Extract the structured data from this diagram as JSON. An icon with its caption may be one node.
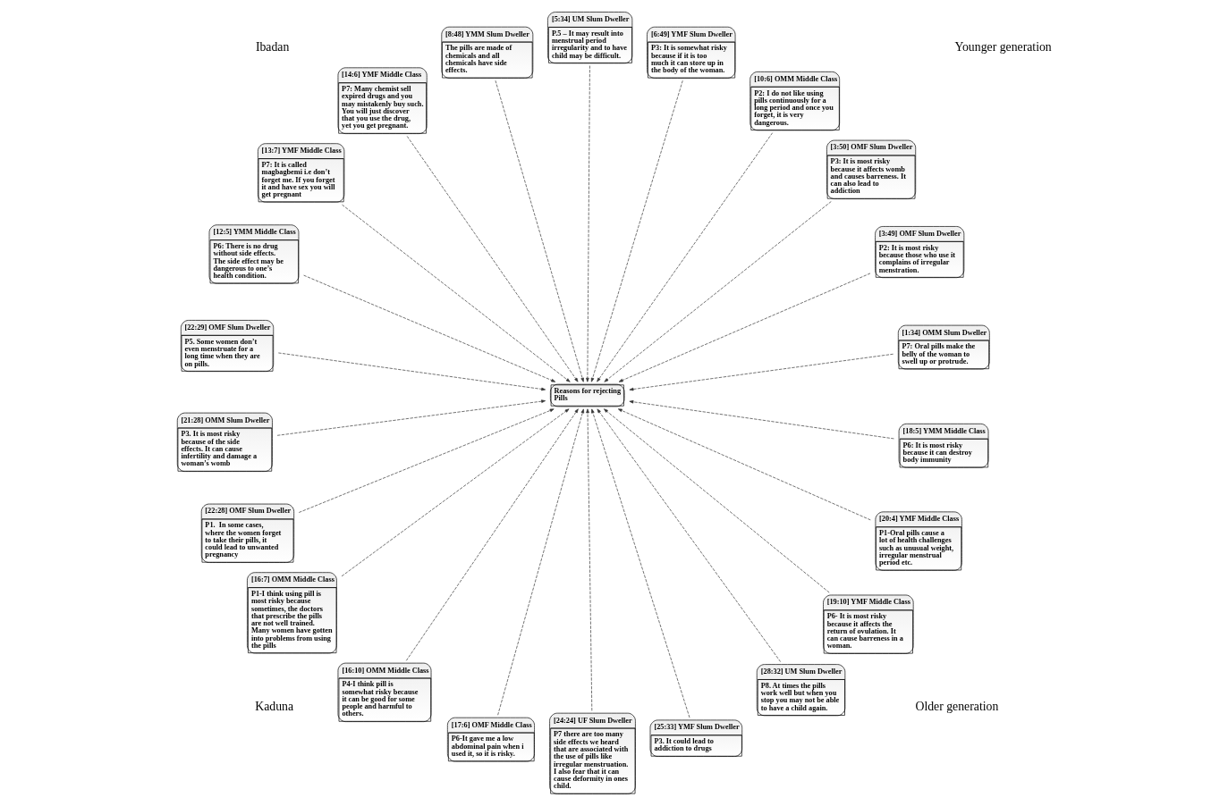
{
  "diagram": {
    "nodes": [
      {
        "text": [
          "[1:34] OMM Slum Dweller",
          "P7: Oral pills make the belly of the woman to swell up or protrude."
        ]
      },
      {
        "text": [
          "[3:49] OMF Slum Dweller",
          "P2: It is most risky because those who use it complains of irregular menstration."
        ]
      },
      {
        "text": [
          "[3:50] OMF Slum Dweller",
          "P3: It is most risky because it affects womb and causes barreness. It can also lead to addiction"
        ]
      },
      {
        "text": [
          "[10:6] OMM Middle Class",
          "P2: I do not like using pills continuously for a long period and once you forget, it is very dangerous."
        ]
      },
      {
        "text": [
          "[6:49] YMF Slum Dweller",
          "P3: It is somewhat risky because if it is too much it can store up in the body of the woman."
        ]
      },
      {
        "text": [
          "[5:34] UM Slum Dweller",
          "P.5 – It may result into menstrual period irregularity and to have child may be difficult."
        ]
      },
      {
        "text": [
          "[8:48] YMM Slum Dweller",
          "The pills are made of chemicals and all chemicals have side effects."
        ]
      },
      {
        "text": [
          "[14:6] YMF Middle Class",
          "P7: Many chemist sell expired drugs and you may mistakenly buy such. You will just discover that you use the drug, yet you get pregnant."
        ]
      },
      {
        "text": [
          "[13:7] YMF Middle Class",
          "P7: It is called magbagbemi i.e don’t forget me. If you forget it and have sex you will get pregnant"
        ]
      },
      {
        "text": [
          "[12:5] YMM Middle Class",
          "P6: There is no drug without side effects. The side effect may be dangerous to one’s health condition."
        ]
      },
      {
        "text": [
          "Reasons for rejecting Pills"
        ]
      },
      {
        "text": [
          "[22:29] OMF Slum Dweller",
          "P5. Some women don’t even menstruate for a long time when they are on pills."
        ]
      },
      {
        "text": [
          "[21:28] OMM Slum Dweller",
          "P3. It is most risky because of the side effects. It can cause infertility and damage a woman’s womb"
        ]
      },
      {
        "text": [
          "[22:28] OMF Slum Dweller",
          "P1.  In some cases, where the women forget to take their pills, it could lead to unwanted pregnancy"
        ]
      },
      {
        "text": [
          "[16:7] OMM Middle Class",
          "P1-I think using pill is most risky because sometimes, the doctors that prescribe the pills are not well trained. Many women have gotten into problems from using the pills"
        ]
      },
      {
        "text": [
          "[16:10] OMM Middle Class",
          "P4-I think pill is somewhat risky because it can be good for some people and harmful to others."
        ]
      },
      {
        "text": [
          "[17:6] OMF Middle Class",
          "P6-It gave me a low abdominal pain when i used it, so it is risky."
        ]
      },
      {
        "text": [
          "[24:24] UF Slum Dweller",
          "P7 there are too many side effects we heard that are associated with the use of pills like irregular menstruation. I also fear that it can cause deformity in ones child."
        ]
      },
      {
        "text": [
          "[25:33] YMF Slum Dweller",
          "P3. It could lead to addiction to drugs"
        ]
      },
      {
        "text": [
          "[28:32] UM Slum Dweller",
          "P8. At times the pills work well but when you stop you may not be able to have a child again."
        ]
      },
      {
        "text": [
          "[19:10] YMF Middle Class",
          "P6- It is most risky because it affects the return of ovulation. It can cause barreness in a woman."
        ]
      },
      {
        "text": [
          "[20:4] YMF Middle Class",
          "P1-Oral pills cause a lot of health challenges such as unusual weight, irregular menstrual period etc."
        ]
      },
      {
        "text": [
          "[18:5] YMM Middle Class",
          "P6: It is most risky because it can destroy body immunity"
        ]
      }
    ],
    "edges": [
      {
        "from": 0,
        "to": 10,
        "arrow": "to",
        "style": "dashed"
      },
      {
        "from": 1,
        "to": 10,
        "arrow": "to",
        "style": "dashed"
      },
      {
        "from": 2,
        "to": 10,
        "arrow": "to",
        "style": "dashed"
      },
      {
        "from": 3,
        "to": 10,
        "arrow": "to",
        "style": "dashed"
      },
      {
        "from": 4,
        "to": 10,
        "arrow": "to",
        "style": "dashed"
      },
      {
        "from": 5,
        "to": 10,
        "arrow": "to",
        "style": "dashed"
      },
      {
        "from": 6,
        "to": 10,
        "arrow": "to",
        "style": "dashed"
      },
      {
        "from": 7,
        "to": 10,
        "arrow": "to",
        "style": "dashed"
      },
      {
        "from": 8,
        "to": 10,
        "arrow": "to",
        "style": "dashed"
      },
      {
        "from": 9,
        "to": 10,
        "arrow": "to",
        "style": "dashed"
      },
      {
        "from": 11,
        "to": 10,
        "arrow": "to",
        "style": "dashed"
      },
      {
        "from": 12,
        "to": 10,
        "arrow": "to",
        "style": "dashed"
      },
      {
        "from": 13,
        "to": 10,
        "arrow": "to",
        "style": "dashed"
      },
      {
        "from": 14,
        "to": 10,
        "arrow": "to",
        "style": "dashed"
      },
      {
        "from": 15,
        "to": 10,
        "arrow": "to",
        "style": "dashed"
      },
      {
        "from": 16,
        "to": 10,
        "arrow": "to",
        "style": "dashed"
      },
      {
        "from": 17,
        "to": 10,
        "arrow": "to",
        "style": "dashed"
      },
      {
        "from": 18,
        "to": 10,
        "arrow": "to",
        "style": "dashed"
      },
      {
        "from": 19,
        "to": 10,
        "arrow": "to",
        "style": "dashed"
      },
      {
        "from": 20,
        "to": 10,
        "arrow": "to",
        "style": "dashed"
      },
      {
        "from": 21,
        "to": 10,
        "arrow": "to",
        "style": "dashed"
      },
      {
        "from": 22,
        "to": 10,
        "arrow": "to",
        "style": "dashed"
      }
    ],
    "labels": [
      "Older generation",
      "Younger generation",
      "Ibadan",
      "Kaduna"
    ]
  }
}
